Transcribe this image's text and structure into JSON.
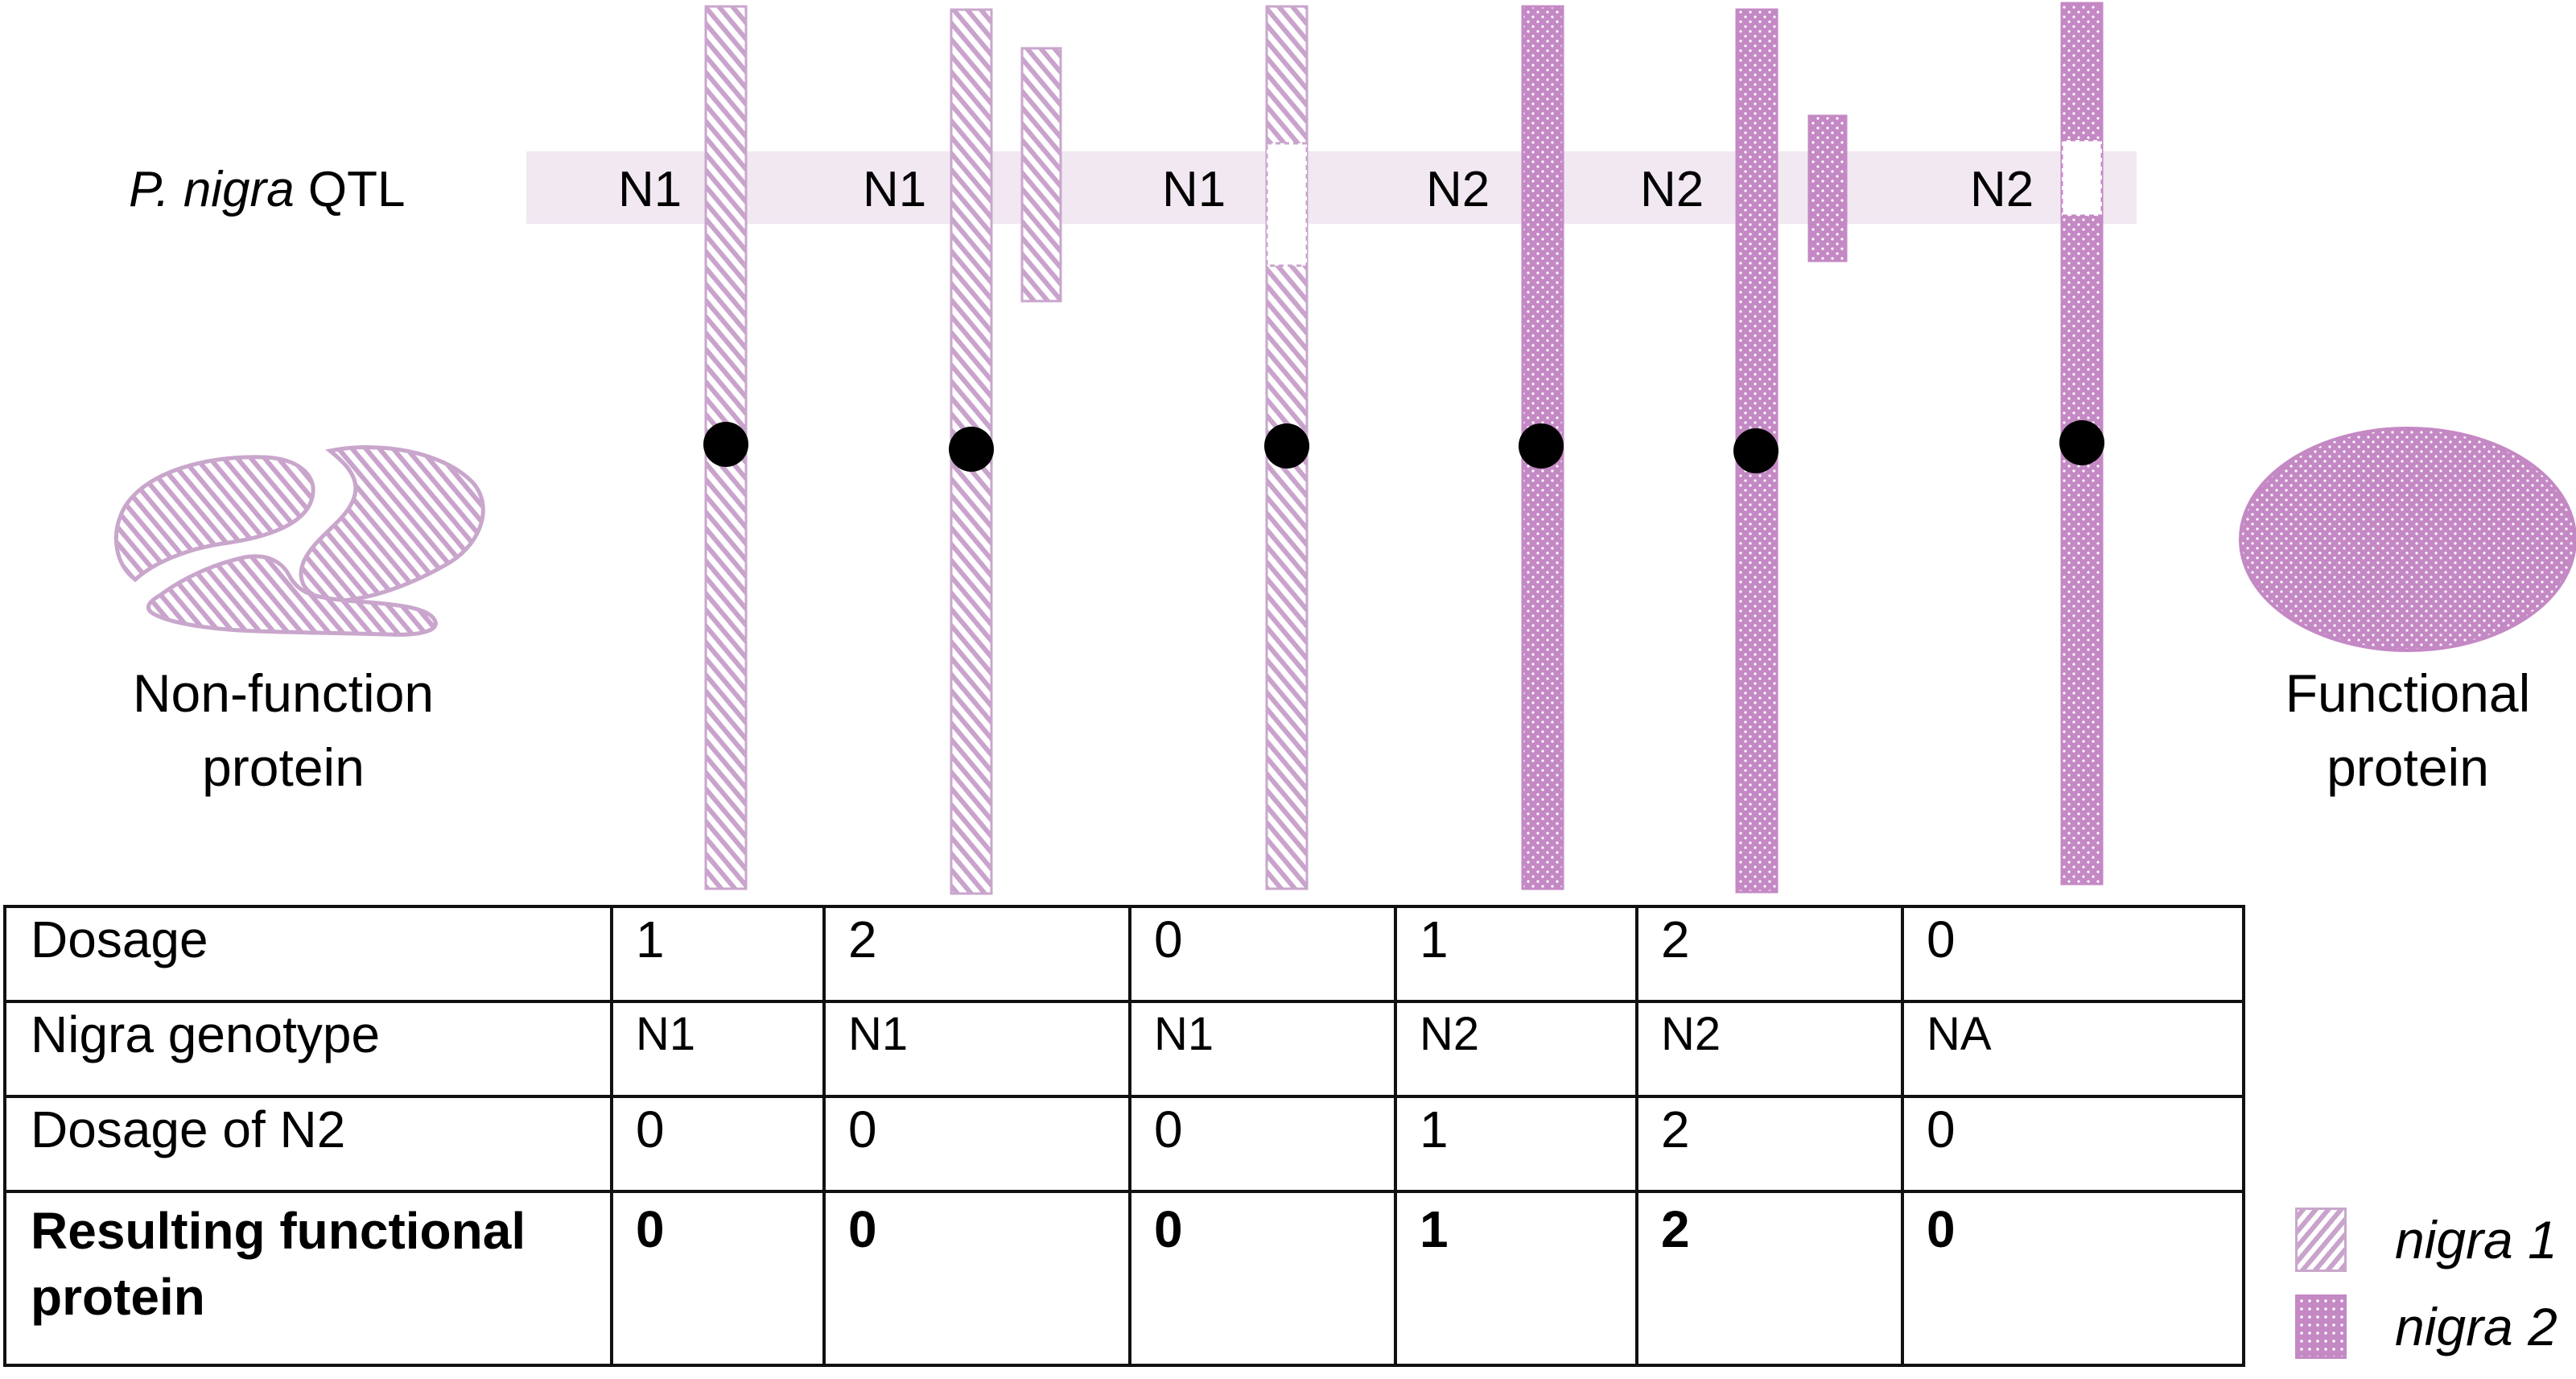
{
  "qtl_label": {
    "species": "P. nigra",
    "suffix": "QTL"
  },
  "qtl_track_labels": [
    "N1",
    "N1",
    "N1",
    "N2",
    "N2",
    "N2"
  ],
  "proteins": {
    "left": {
      "line1": "Non-function",
      "line2": "protein"
    },
    "right": {
      "line1": "Functional",
      "line2": "protein"
    }
  },
  "table": {
    "rows": [
      {
        "label": "Dosage",
        "cells": [
          "1",
          "2",
          "0",
          "1",
          "2",
          "0"
        ]
      },
      {
        "label": "Nigra genotype",
        "cells": [
          "N1",
          "N1",
          "N1",
          "N2",
          "N2",
          "NA"
        ]
      },
      {
        "label": "Dosage of N2",
        "cells": [
          "0",
          "0",
          "0",
          "1",
          "2",
          "0"
        ]
      },
      {
        "label_line1": "Resulting functional",
        "label_line2": "protein",
        "cells": [
          "0",
          "0",
          "0",
          "1",
          "2",
          "0"
        ]
      }
    ]
  },
  "legend": [
    {
      "label": "nigra 1",
      "pattern": "hatched"
    },
    {
      "label": "nigra 2",
      "pattern": "dotted"
    }
  ],
  "colors": {
    "nigra1_stripe": "#c9a3cc",
    "nigra2_fill": "#c489c4",
    "qtl_band": "#f1e8f2",
    "centromere": "#000000"
  }
}
